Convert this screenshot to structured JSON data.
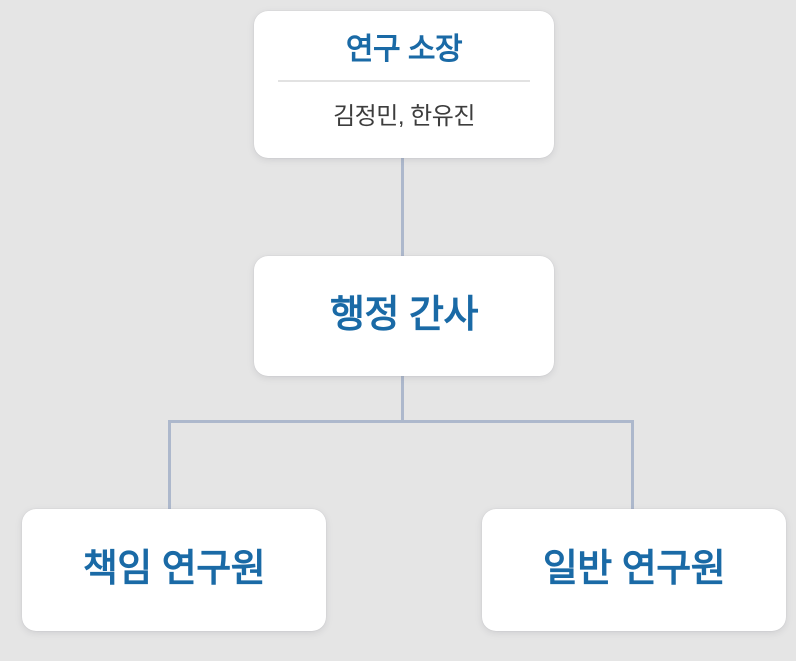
{
  "chart_data": {
    "type": "diagram",
    "diagram_type": "organization-chart",
    "title": "",
    "orientation": "top-down",
    "background_color": "#e5e5e5",
    "accent_color": "#1a6aa6",
    "connector_color": "#adb8cc",
    "card_color": "#ffffff",
    "nodes": [
      {
        "id": "director",
        "level": 1,
        "title": "연구 소장",
        "members": "김정민, 한유진",
        "has_divider": true
      },
      {
        "id": "secretary",
        "level": 2,
        "title": "행정 간사",
        "members": "",
        "has_divider": false
      },
      {
        "id": "principal-researcher",
        "level": 3,
        "title": "책임 연구원",
        "members": "",
        "has_divider": false
      },
      {
        "id": "general-researcher",
        "level": 3,
        "title": "일반 연구원",
        "members": "",
        "has_divider": false
      }
    ],
    "edges": [
      {
        "from": "director",
        "to": "secretary"
      },
      {
        "from": "secretary",
        "to": "principal-researcher"
      },
      {
        "from": "secretary",
        "to": "general-researcher"
      }
    ]
  },
  "nodes": {
    "director": {
      "title": "연구 소장",
      "members": "김정민, 한유진"
    },
    "secretary": {
      "title": "행정 간사"
    },
    "principal": {
      "title": "책임 연구원"
    },
    "general": {
      "title": "일반 연구원"
    }
  }
}
